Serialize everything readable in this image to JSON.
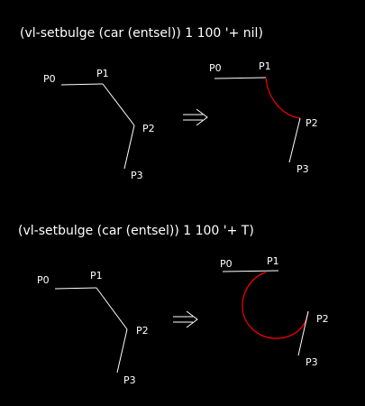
{
  "background_color": "#000000",
  "line_color": "#ffffff",
  "arc_color": "#ff0000",
  "example_1": {
    "code": "(vl-setbulge (car (entsel)) 1 100 '+ nil)",
    "before_labels": [
      "P0",
      "P1",
      "P2",
      "P3"
    ],
    "after_labels": [
      "P0",
      "P1",
      "P2",
      "P3"
    ],
    "arrow_glyph": "=>"
  },
  "example_2": {
    "code": "(vl-setbulge (car (entsel)) 1 100 '+ T)",
    "before_labels": [
      "P0",
      "P1",
      "P2",
      "P3"
    ],
    "after_labels": [
      "P0",
      "P1",
      "P2",
      "P3"
    ],
    "arrow_glyph": "=>"
  }
}
